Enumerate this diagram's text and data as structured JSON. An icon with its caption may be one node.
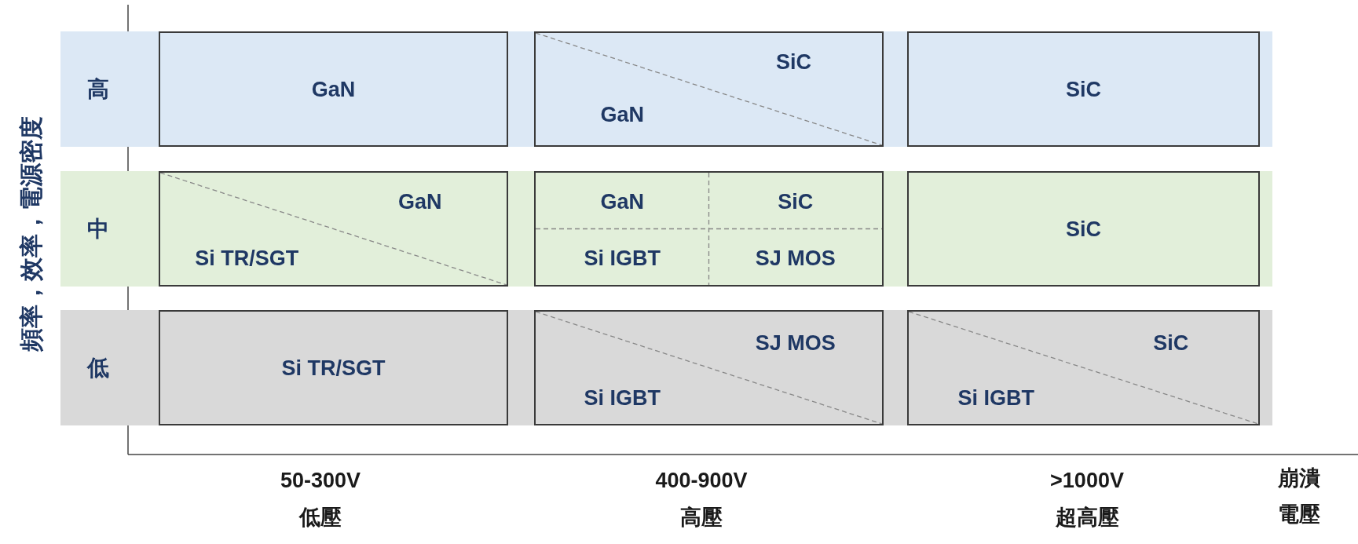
{
  "diagram": {
    "nodes": [
      {
        "text": [
          "高"
        ]
      },
      {
        "text": [
          "GaN"
        ],
        "in": 0
      },
      {
        "text": [
          "SiC",
          "GaN"
        ],
        "in": 0
      },
      {
        "text": [
          "SiC"
        ],
        "in": 0
      },
      {
        "text": [
          "中"
        ]
      },
      {
        "text": [
          "GaN",
          "Si TR/SGT"
        ],
        "in": 4
      },
      {
        "text": [
          "GaN",
          "SiC",
          "Si IGBT",
          "SJ MOS"
        ],
        "in": 4
      },
      {
        "text": [
          "SiC"
        ],
        "in": 4
      },
      {
        "text": [
          "低"
        ]
      },
      {
        "text": [
          "Si TR/SGT"
        ],
        "in": 8
      },
      {
        "text": [
          "SJ MOS",
          "Si IGBT"
        ],
        "in": 8
      },
      {
        "text": [
          "SiC",
          "Si IGBT"
        ],
        "in": 8
      }
    ],
    "labels": [
      "頻率，效率，電源密度",
      "50-300V",
      "400-900V",
      ">1000V",
      "崩潰電壓",
      "低壓",
      "高壓",
      "超高壓"
    ]
  }
}
